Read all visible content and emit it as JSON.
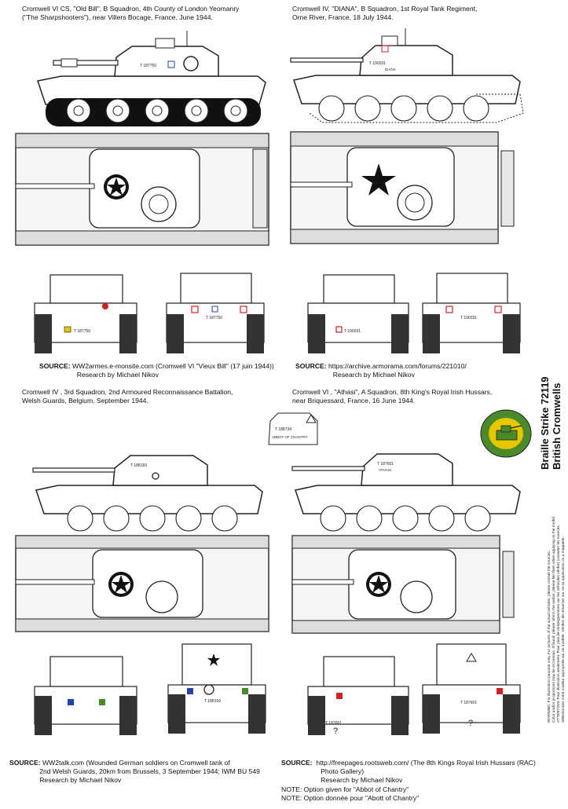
{
  "panels": [
    {
      "id": "tank1",
      "caption": [
        "Cromwell VI CS, \"Old Bill\", B Squadron, 4th County of London Yeomanry",
        "(\"The Sharpshooters\"), near Villers Bocage, France, June 1944."
      ],
      "source_label": "SOURCE:",
      "source_text": " WW2armes.e-monsite.com (Cromwell VI \"Vieux Bill\" (17 juin 1944))",
      "research": "Research by Michael Nikov",
      "serial": "T 187750",
      "marking": "roundel"
    },
    {
      "id": "tank2",
      "caption": [
        "Cromwell IV, \"DIANA\", B Squadron, 1st Royal Tank Regiment,",
        "Orne River, France, 18 July 1944."
      ],
      "source_label": "SOURCE:",
      "source_text": " https://archive.armorama.com/forums/221010/",
      "research": "Research by Michael Nikov",
      "serial": "T 190031",
      "name": "DIANA",
      "marking": "star"
    },
    {
      "id": "tank3",
      "caption": [
        "Cromwell IV , 3rd Squadron, 2nd Armoured Reconnaissance Battalion,",
        "Welsh Guards, Belgium, September 1944."
      ],
      "source_label": "SOURCE:",
      "source_text": " WW2talk.com (Wounded German soldiers on Cromwell tank of",
      "source_text2": "2nd Welsh Guards, 20km from Brussels, 3 September 1944; IWM BU 549",
      "research": "Research by Michael Nikov",
      "serial": "T 188169",
      "marking": "roundel",
      "inset_serial": "T 188734",
      "inset_name": "ABBOT OF CHANTRY"
    },
    {
      "id": "tank4",
      "caption": [
        "Cromwell VI , \"Athasi\", A Squadron, 8th King's Royal Irish Hussars,",
        "near Briquessard, France, 16 June 1944."
      ],
      "source_label": "SOURCE:",
      "source_text": "  http://freepages.rootsweb.com/ (The 8th Kings Royal Irish Hussars (RAC)",
      "source_text2": "Photo Gallery)",
      "research": "Research by Michael Nikov",
      "serial": "T 187601",
      "name": "ATHASI",
      "marking": "roundel",
      "question": "?"
    }
  ],
  "notes": [
    "NOTE: Option given for \"Abbot of Chantry\"",
    "NOTE: Option donnée pour \"Abott of Chantry\""
  ],
  "brand": {
    "line1": "Braille Strike 72119",
    "line2": "British Cromwells"
  },
  "warning": [
    "WARNING: For illustration purpose only. For pictures of the actual vehicles, please consult the sources.",
    "Color and/or proportions may be erroneous. If found, please inform the author, please file them when applying on the model.",
    "ATTENTION: Pour illustration seulement. Pour plus de renseignements sur les véhicules vérifiez consulter les sources.",
    "Sélectionnez votre couleur appropriée sur un modèle. Vérifiez de retourner sur ce sa application on a maquette."
  ],
  "colors": {
    "line": "#222222",
    "marking_red": "#cc2222",
    "marking_blue": "#2244aa",
    "emblem_green": "#4a8a2a",
    "emblem_yellow": "#e6c800"
  }
}
